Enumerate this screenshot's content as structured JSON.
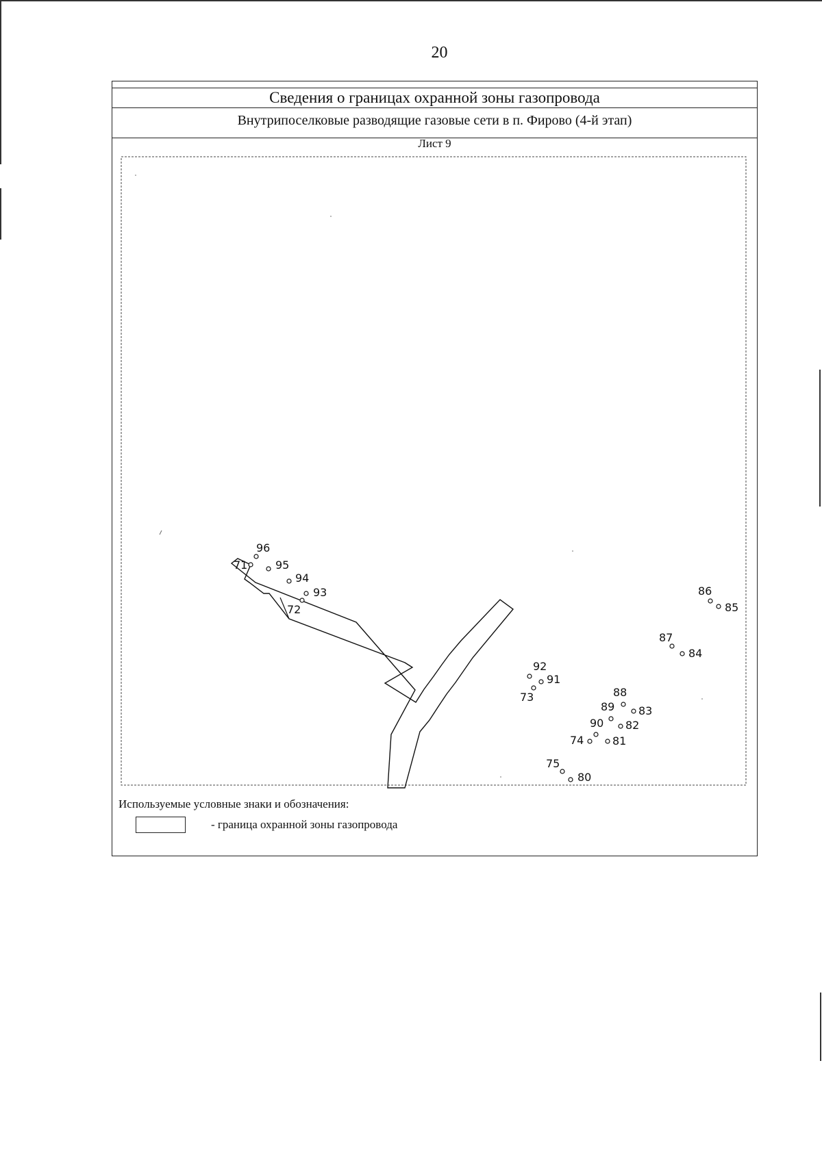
{
  "page_number": "20",
  "header": {
    "title": "Сведения о границах охранной зоны газопровода",
    "subtitle": "Внутрипоселковые разводящие газовые сети в п. Фирово (4-й этап)",
    "sheet": "Лист 9"
  },
  "legend": {
    "title": "Используемые условные знаки и обозначения:",
    "items": [
      {
        "symbol": "boundary-rectangle",
        "text": "-  граница охранной зоны газопровода"
      }
    ]
  },
  "map": {
    "points": [
      "71",
      "72",
      "73",
      "74",
      "75",
      "80",
      "81",
      "82",
      "83",
      "84",
      "85",
      "86",
      "87",
      "88",
      "89",
      "90",
      "91",
      "92",
      "93",
      "94",
      "95",
      "96"
    ]
  }
}
